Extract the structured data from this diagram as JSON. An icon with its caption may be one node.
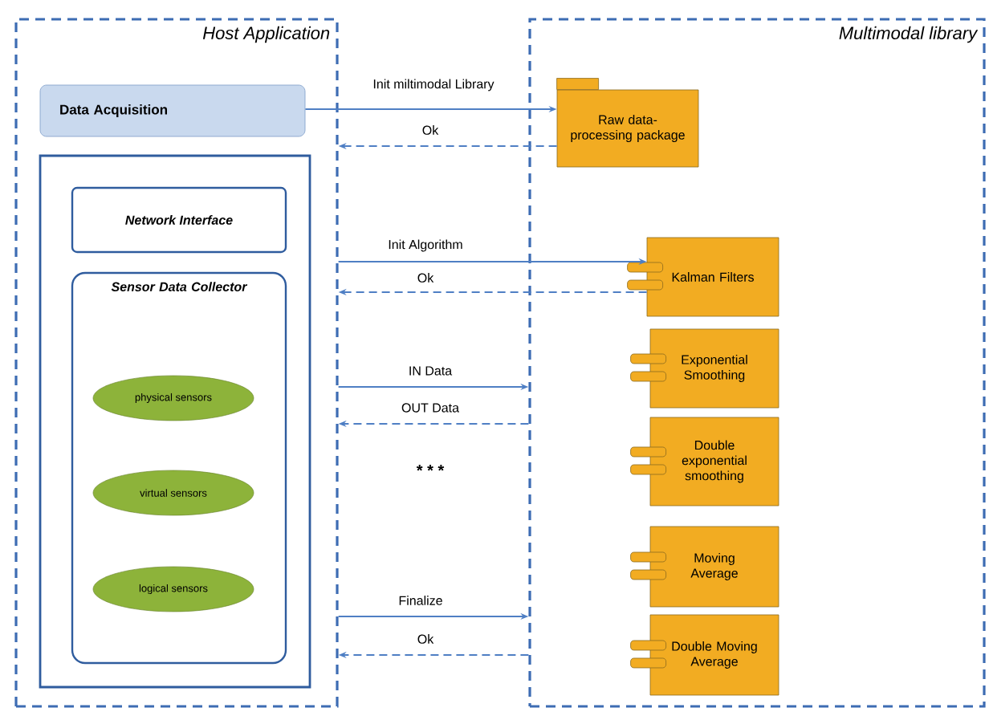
{
  "diagram": {
    "nodes": [
      {
        "text": [
          "Host Application"
        ]
      },
      {
        "text": [
          "Multimodal library"
        ]
      },
      {
        "text": [
          "Data Acquisition"
        ],
        "in": 0
      },
      {
        "text": [],
        "shape": "box",
        "in": 0
      },
      {
        "text": [
          "Network Interface"
        ],
        "in": 3
      },
      {
        "text": [
          "Sensor Data Collector"
        ],
        "in": 3
      },
      {
        "text": [
          "physical sensors"
        ],
        "in": 5
      },
      {
        "text": [
          "virtual sensors"
        ],
        "in": 5
      },
      {
        "text": [
          "logical sensors"
        ],
        "in": 5
      },
      {
        "text": [
          "Raw data-processing package"
        ],
        "in": 1
      },
      {
        "text": [
          "Kalman Filters"
        ],
        "in": 1
      },
      {
        "text": [
          "Exponential Smoothing"
        ],
        "in": 1
      },
      {
        "text": [
          "Double exponential smoothing"
        ],
        "in": 1
      },
      {
        "text": [
          "Moving Average"
        ],
        "in": 1
      },
      {
        "text": [
          "Double Moving Average"
        ],
        "in": 1
      }
    ],
    "edges": [
      {
        "from": 2,
        "to": 9,
        "arrow": "to",
        "label": "Init miltimodal Library"
      },
      {
        "from": 9,
        "to": 0,
        "arrow": "to",
        "label": "Ok",
        "style": "dashed"
      },
      {
        "from": 0,
        "to": 10,
        "arrow": "to",
        "label": "Init Algorithm"
      },
      {
        "from": 10,
        "to": 0,
        "arrow": "to",
        "label": "Ok",
        "style": "dashed"
      },
      {
        "from": 0,
        "to": 1,
        "arrow": "to",
        "label": "IN Data"
      },
      {
        "from": 1,
        "to": 0,
        "arrow": "to",
        "label": "OUT Data",
        "style": "dashed"
      },
      {
        "from": 0,
        "to": 1,
        "arrow": "to",
        "label": "Finalize"
      },
      {
        "from": 1,
        "to": 0,
        "arrow": "to",
        "label": "Ok",
        "style": "dashed"
      }
    ],
    "labels": [
      "* * *"
    ]
  }
}
